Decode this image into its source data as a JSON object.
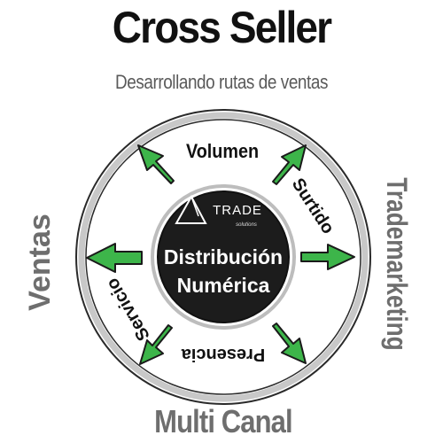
{
  "header": {
    "title": "Cross Seller",
    "subtitle": "Desarrollando rutas de ventas"
  },
  "side_labels": {
    "left": "Ventas",
    "right": "Trademarketing",
    "bottom": "Multi Canal"
  },
  "ring_labels": {
    "top": "Volumen",
    "top_right": "Surtido",
    "bottom": "Presencia",
    "left": "Servicio"
  },
  "center": {
    "logo_text": "TRADE",
    "logo_subtext": "solutions",
    "line1": "Distribución",
    "line2": "Numérica"
  },
  "colors": {
    "ring_gray": "#c8c8c8",
    "outline": "#2a2a2a",
    "arrow_green": "#3db54a",
    "center_dark": "#1c1c1c",
    "side_text": "#6e6e6e"
  }
}
